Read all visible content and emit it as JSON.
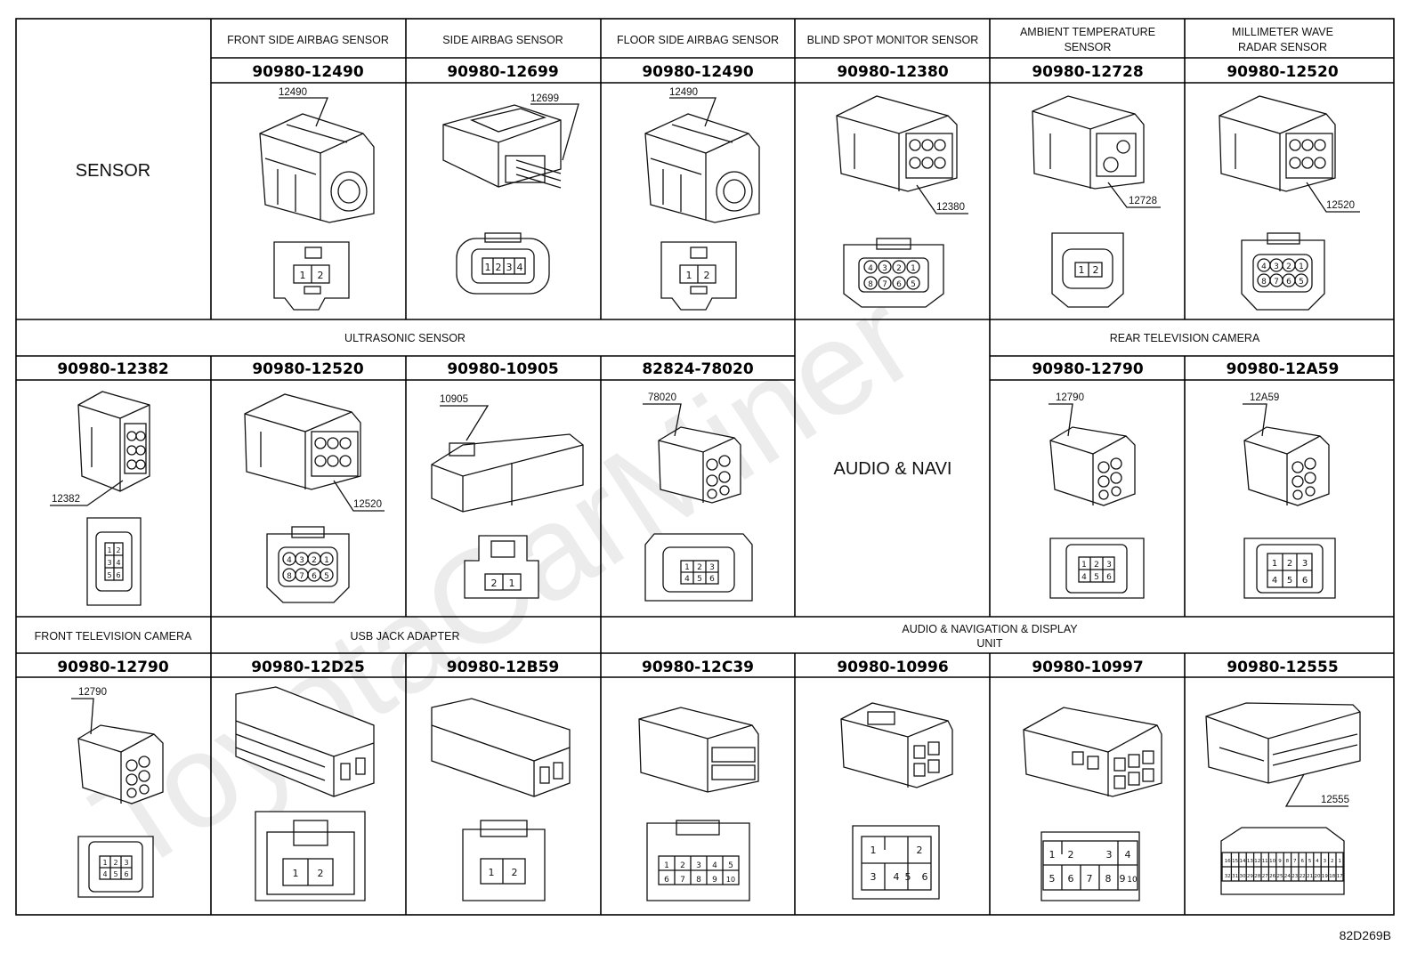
{
  "doc_code": "82D269B",
  "sensor_row": {
    "group_label": "SENSOR",
    "cells": [
      {
        "title": "FRONT SIDE AIRBAG SENSOR",
        "part": "90980-12490",
        "tag": "12490",
        "pins": [
          "1",
          "2"
        ]
      },
      {
        "title": "SIDE AIRBAG SENSOR",
        "part": "90980-12699",
        "tag": "12699",
        "pins": [
          "1",
          "2",
          "3",
          "4"
        ]
      },
      {
        "title": "FLOOR SIDE AIRBAG SENSOR",
        "part": "90980-12490",
        "tag": "12490",
        "pins": [
          "1",
          "2"
        ]
      },
      {
        "title": "BLIND SPOT MONITOR SENSOR",
        "part": "90980-12380",
        "tag": "12380",
        "pins": [
          "4",
          "3",
          "2",
          "1",
          "8",
          "7",
          "6",
          "5"
        ]
      },
      {
        "title_line1": "AMBIENT TEMPERATURE",
        "title_line2": "SENSOR",
        "part": "90980-12728",
        "tag": "12728",
        "pins": [
          "1",
          "2"
        ]
      },
      {
        "title_line1": "MILLIMETER WAVE",
        "title_line2": "RADAR SENSOR",
        "part": "90980-12520",
        "tag": "12520",
        "pins": [
          "4",
          "3",
          "2",
          "1",
          "8",
          "7",
          "6",
          "5"
        ]
      }
    ]
  },
  "middle_row": {
    "ultrasonic_label": "ULTRASONIC SENSOR",
    "audio_navi_label": "AUDIO & NAVI",
    "rear_camera_label": "REAR TELEVISION CAMERA",
    "cells": [
      {
        "part": "90980-12382",
        "tag": "12382",
        "pins": [
          "1",
          "2",
          "3",
          "4",
          "5",
          "6"
        ]
      },
      {
        "part": "90980-12520",
        "tag": "12520",
        "pins": [
          "4",
          "3",
          "2",
          "1",
          "8",
          "7",
          "6",
          "5"
        ]
      },
      {
        "part": "90980-10905",
        "tag": "10905",
        "pins": [
          "2",
          "1"
        ]
      },
      {
        "part": "82824-78020",
        "tag": "78020",
        "pins": [
          "1",
          "2",
          "3",
          "4",
          "5",
          "6"
        ]
      },
      {
        "part": "90980-12790",
        "tag": "12790",
        "pins": [
          "1",
          "2",
          "3",
          "4",
          "5",
          "6"
        ]
      },
      {
        "part": "90980-12A59",
        "tag": "12A59",
        "pins": [
          "1",
          "2",
          "3",
          "4",
          "5",
          "6"
        ]
      }
    ]
  },
  "bottom_row": {
    "front_camera_label": "FRONT TELEVISION CAMERA",
    "usb_label": "USB JACK ADAPTER",
    "display_label_line1": "AUDIO & NAVIGATION & DISPLAY",
    "display_label_line2": "UNIT",
    "cells": [
      {
        "part": "90980-12790",
        "tag": "12790",
        "pins": [
          "1",
          "2",
          "3",
          "4",
          "5",
          "6"
        ]
      },
      {
        "part": "90980-12D25",
        "pins": [
          "1",
          "2"
        ]
      },
      {
        "part": "90980-12B59",
        "pins": [
          "1",
          "2"
        ]
      },
      {
        "part": "90980-12C39",
        "pins": [
          "1",
          "2",
          "3",
          "4",
          "5",
          "6",
          "7",
          "8",
          "9",
          "10"
        ]
      },
      {
        "part": "90980-10996",
        "pins": [
          "1",
          "2",
          "3",
          "4",
          "5",
          "6"
        ]
      },
      {
        "part": "90980-10997",
        "pins": [
          "1",
          "2",
          "3",
          "4",
          "5",
          "6",
          "7",
          "8",
          "9",
          "10"
        ]
      },
      {
        "part": "90980-12555",
        "tag": "12555",
        "pins": [
          "1",
          "2",
          "3",
          "4",
          "5",
          "6",
          "7",
          "8",
          "9",
          "10",
          "11",
          "12",
          "13",
          "14",
          "15",
          "16",
          "17",
          "18",
          "19",
          "20",
          "21",
          "22",
          "23",
          "24",
          "25",
          "26",
          "27",
          "28",
          "29",
          "30",
          "31",
          "32"
        ]
      }
    ]
  },
  "watermark_text": "ToyotaCarMiner"
}
